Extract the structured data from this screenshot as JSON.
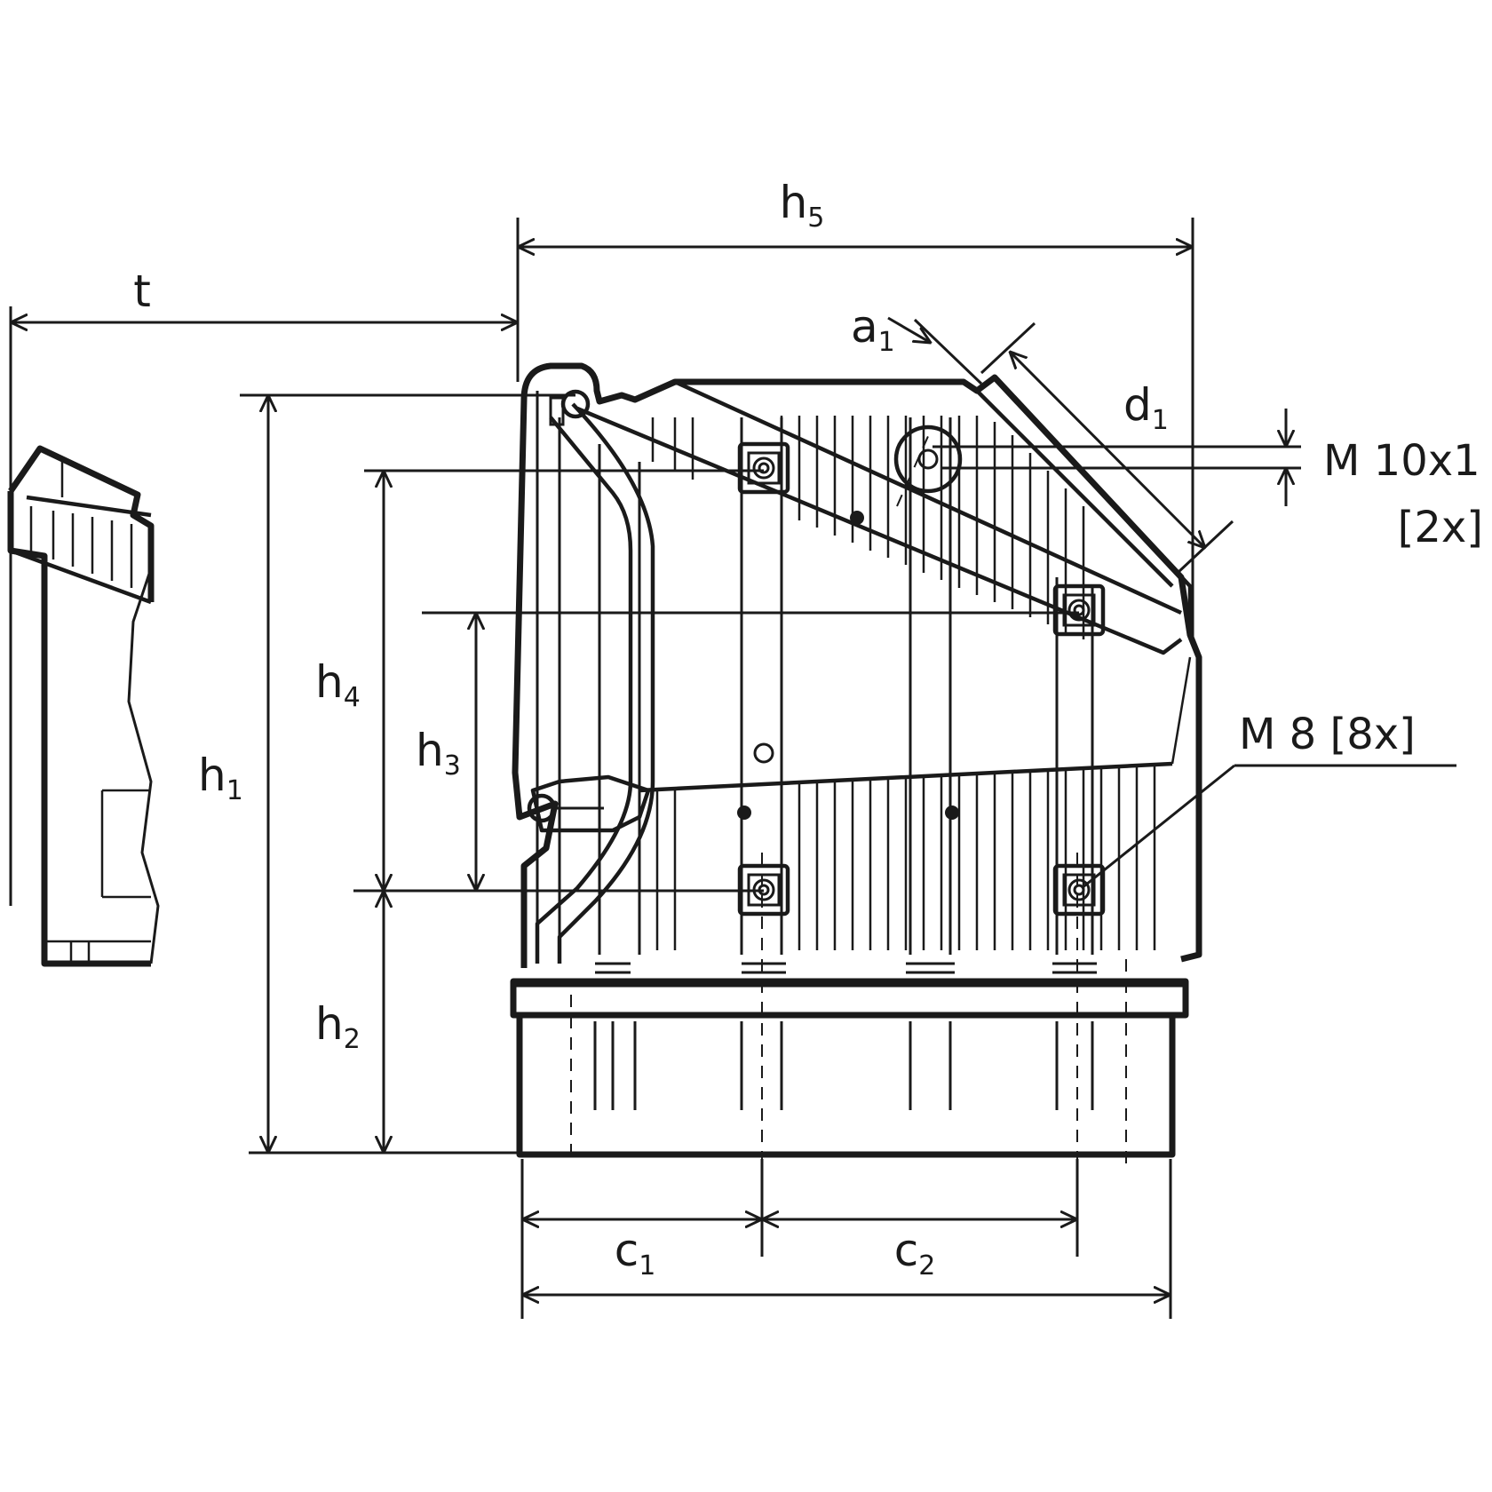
{
  "dimensions": {
    "t": {
      "base": "t",
      "sub": ""
    },
    "h5": {
      "base": "h",
      "sub": "5"
    },
    "a1": {
      "base": "a",
      "sub": "1"
    },
    "d1": {
      "base": "d",
      "sub": "1"
    },
    "h1": {
      "base": "h",
      "sub": "1"
    },
    "h4": {
      "base": "h",
      "sub": "4"
    },
    "h3": {
      "base": "h",
      "sub": "3"
    },
    "h2": {
      "base": "h",
      "sub": "2"
    },
    "c1": {
      "base": "c",
      "sub": "1"
    },
    "c2": {
      "base": "c",
      "sub": "2"
    }
  },
  "callouts": {
    "thread_large": {
      "line1": "M 10x1",
      "line2": "[2x]"
    },
    "thread_small": {
      "line1": "M 8 [8x]"
    }
  },
  "colors": {
    "ink": "#1a1a1a",
    "paper": "#ffffff"
  }
}
